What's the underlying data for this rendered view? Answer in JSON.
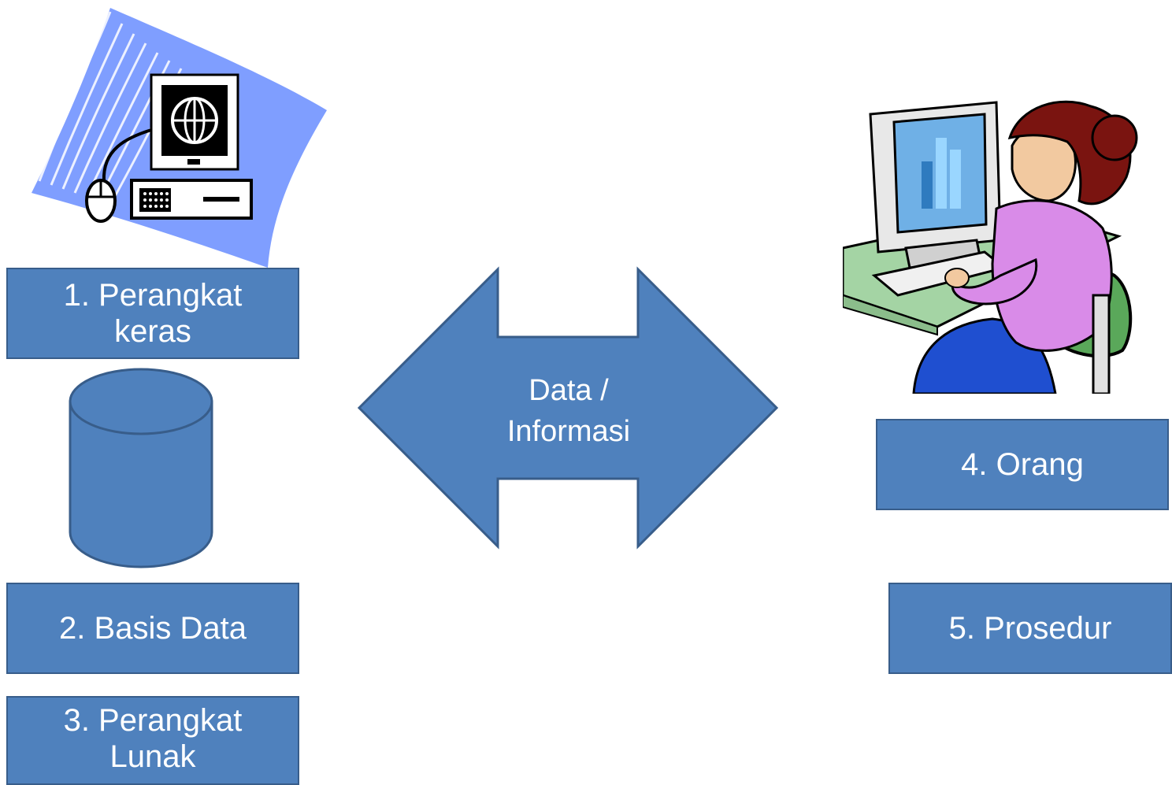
{
  "components": {
    "hardware": "1. Perangkat keras",
    "database": "2. Basis Data",
    "software": "3. Perangkat Lunak",
    "people": "4. Orang",
    "procedure": "5. Prosedur"
  },
  "arrow": {
    "line1": "Data /",
    "line2": "Informasi"
  },
  "colors": {
    "box_fill": "#4f81bd",
    "box_border": "#385d8a",
    "text": "#ffffff"
  },
  "icons": {
    "hardware_clipart": "computer-globe-icon",
    "database_shape": "cylinder-icon",
    "people_clipart": "woman-at-computer-icon",
    "arrow_shape": "double-arrow-icon"
  }
}
